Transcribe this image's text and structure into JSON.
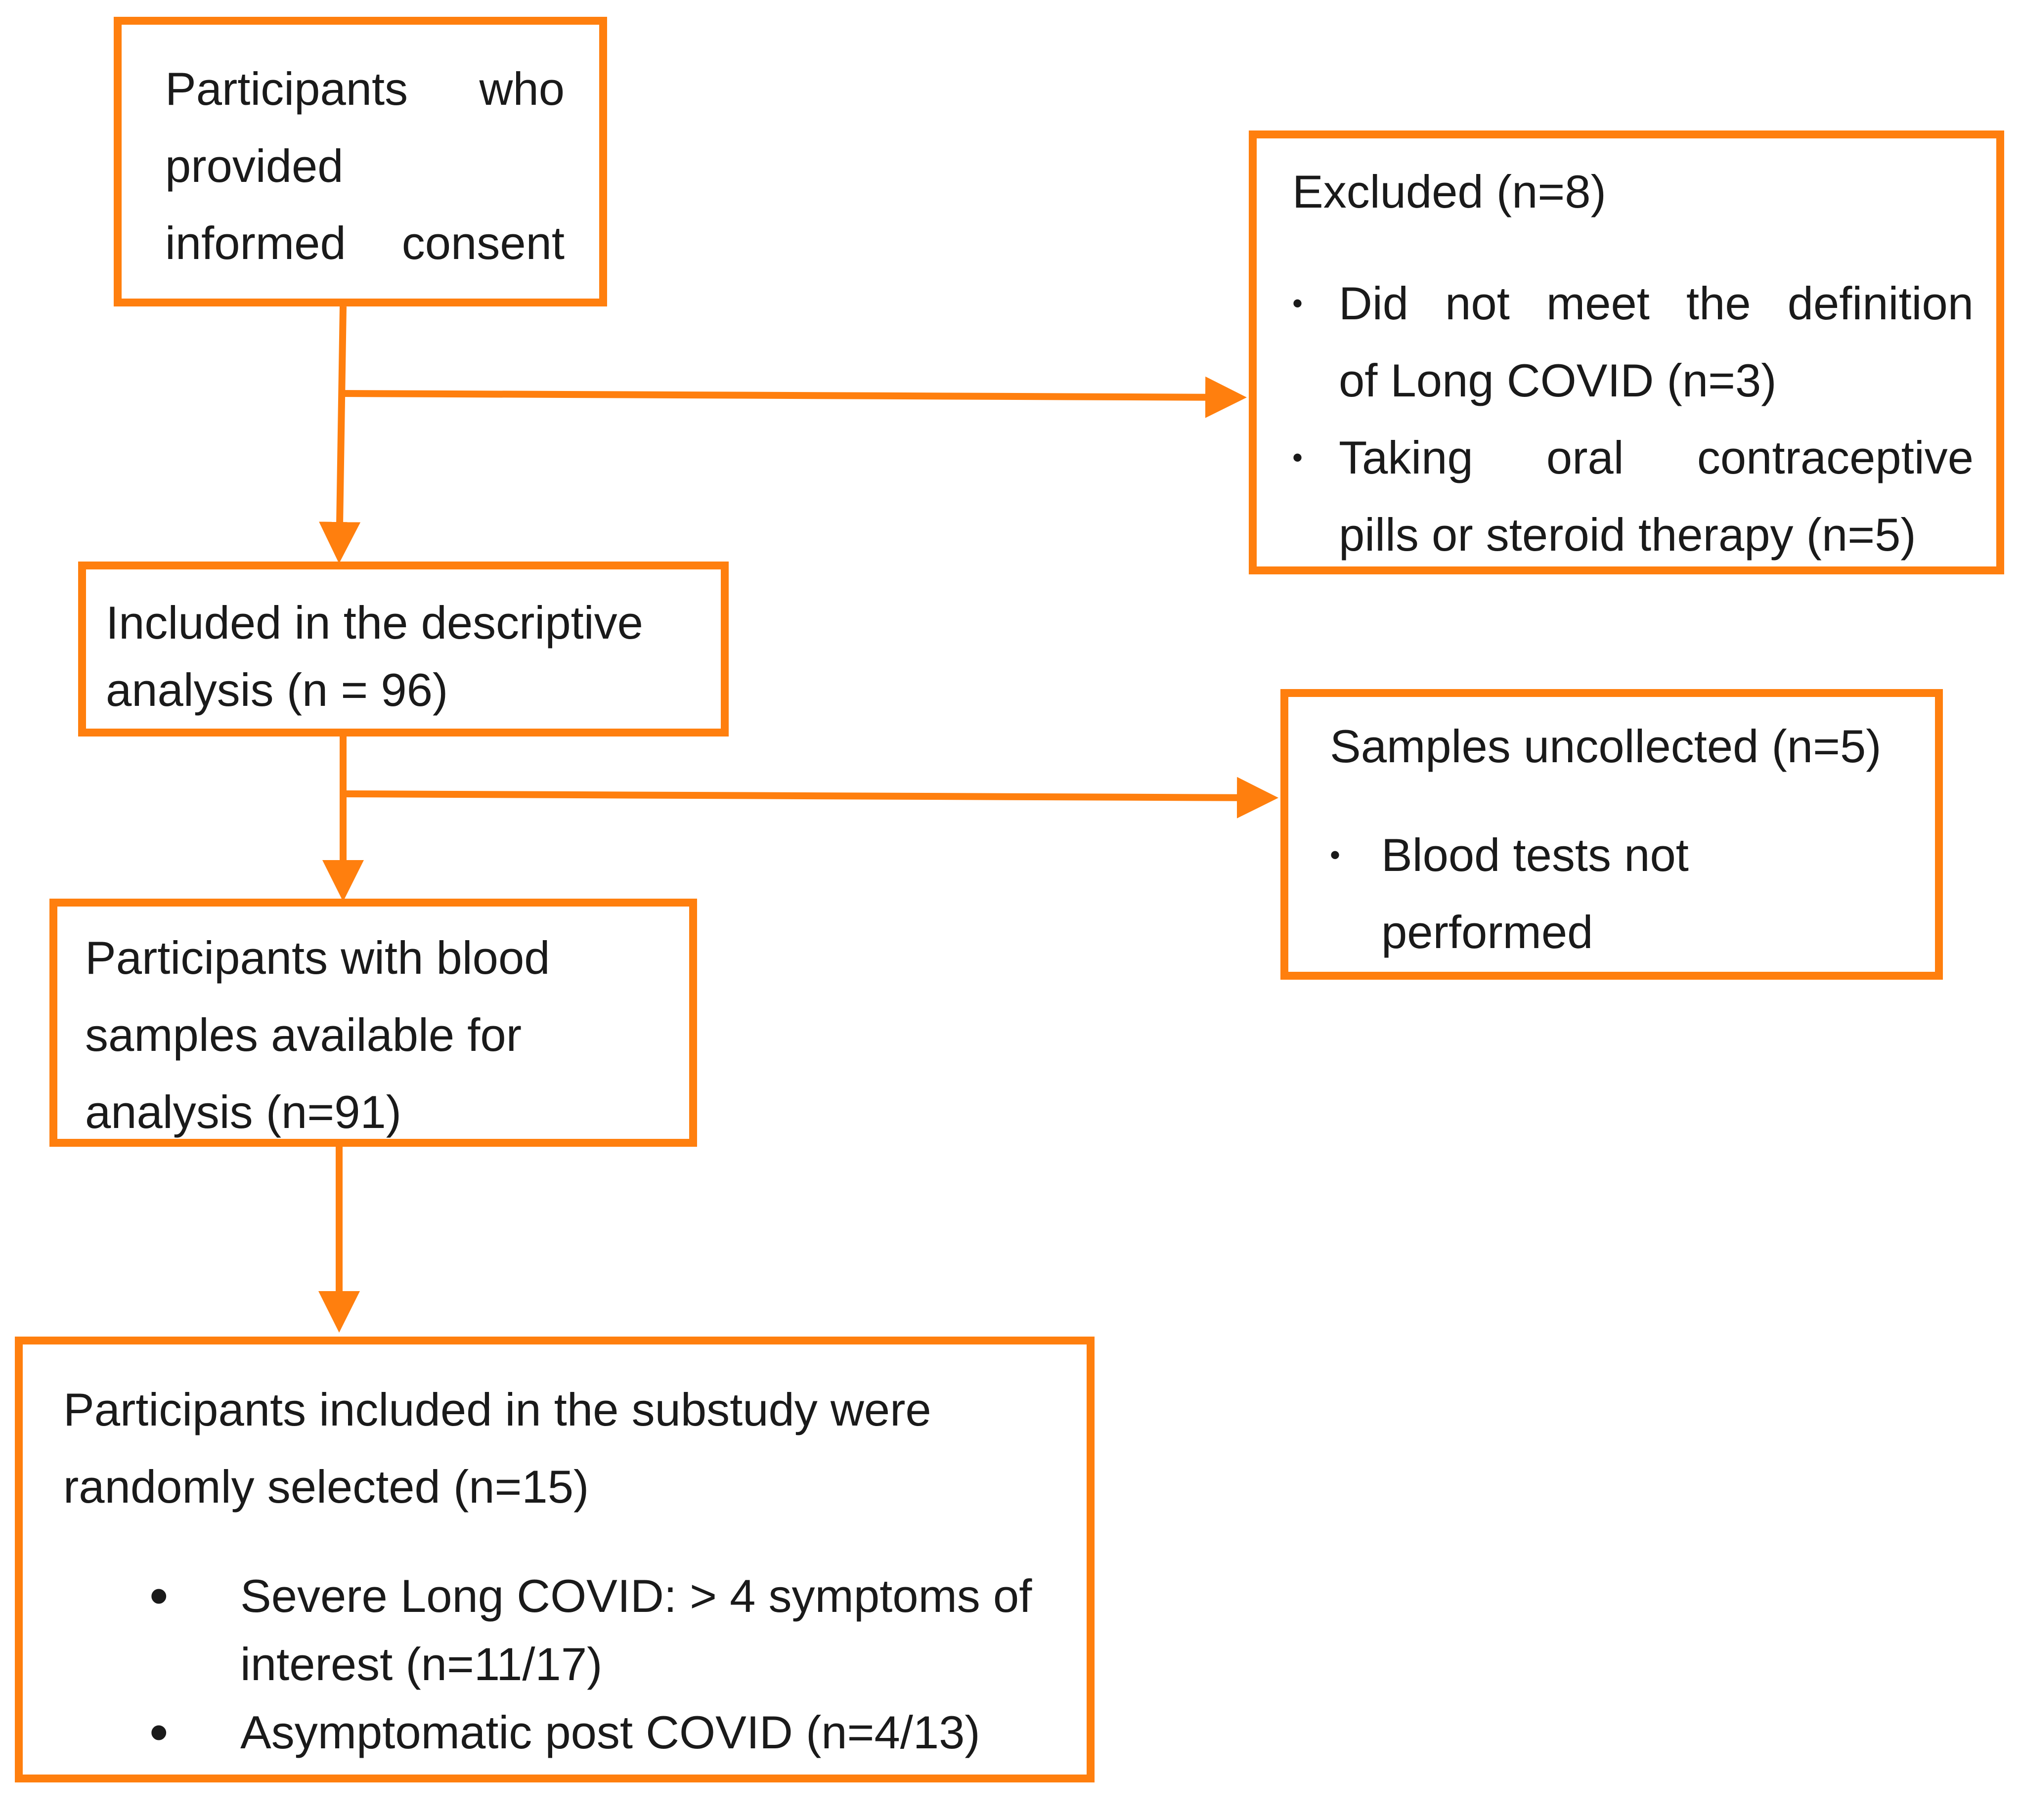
{
  "accent_color": "#ff7f0e",
  "boxes": {
    "consent": {
      "line1": "Participants    who",
      "line2": "provided",
      "line3": "informed  consent"
    },
    "excluded": {
      "title": "Excluded (n=8)",
      "items": [
        {
          "line1": "Did not  meet  the  definition",
          "line2": "of Long COVID (n=3)"
        },
        {
          "line1": "Taking    oral    contraceptive",
          "line2": "pills or steroid therapy (n=5)"
        }
      ]
    },
    "descriptive": {
      "line1": "Included in the descriptive",
      "line2": "analysis (n = 96)"
    },
    "uncollected": {
      "title": "Samples uncollected (n=5)",
      "item_line1": "Blood tests not",
      "item_line2": "performed"
    },
    "blood": {
      "line1": "Participants  with blood",
      "line2": "samples available for",
      "line3": "analysis (n=91)"
    },
    "substudy": {
      "line1": "Participants  included in the substudy were",
      "line2": "randomly selected (n=15)",
      "items": [
        {
          "line1": "Severe Long COVID: > 4 symptoms of",
          "line2": "interest (n=11/17)"
        },
        {
          "line1": "Asymptomatic post COVID (n=4/13)",
          "line2": ""
        }
      ]
    }
  }
}
